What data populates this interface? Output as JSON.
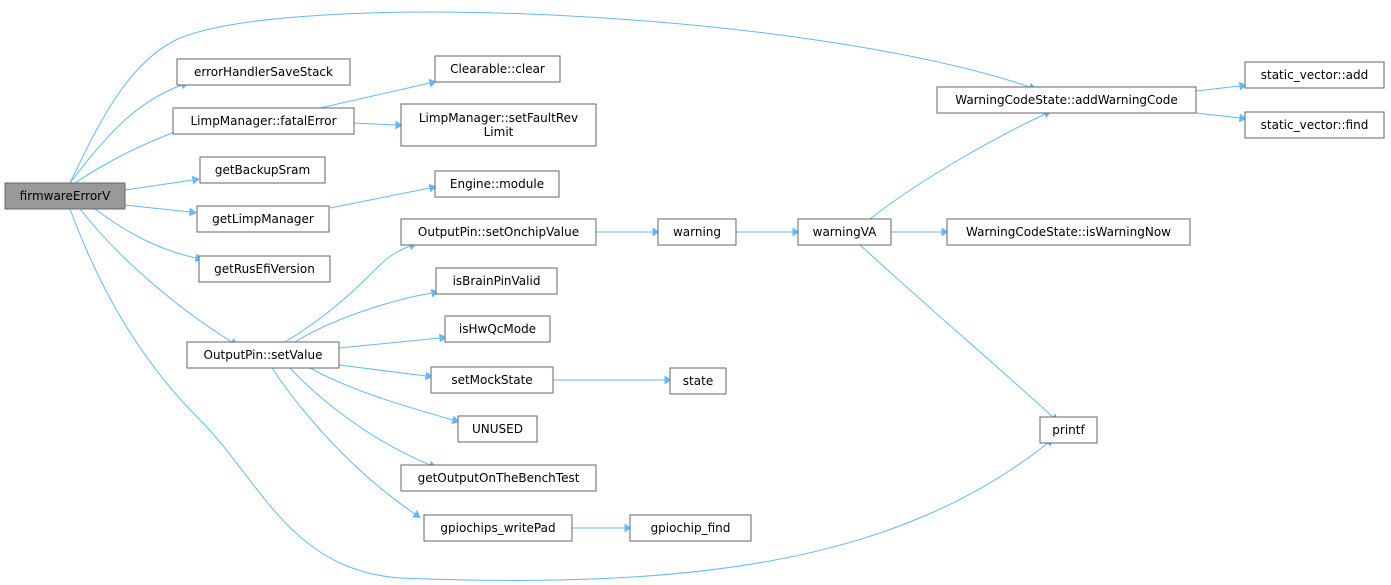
{
  "graph": {
    "nodes": [
      {
        "id": "n0",
        "label": "firmwareErrorV",
        "root": true
      },
      {
        "id": "n1",
        "label": "errorHandlerSaveStack"
      },
      {
        "id": "n2",
        "label": "LimpManager::fatalError"
      },
      {
        "id": "n3",
        "label": "getBackupSram"
      },
      {
        "id": "n4",
        "label": "getLimpManager"
      },
      {
        "id": "n5",
        "label": "getRusEfiVersion"
      },
      {
        "id": "n6",
        "label": "OutputPin::setValue"
      },
      {
        "id": "n7",
        "label": "Clearable::clear"
      },
      {
        "id": "n8",
        "label": [
          "LimpManager::setFaultRev",
          "Limit"
        ]
      },
      {
        "id": "n9",
        "label": "Engine::module"
      },
      {
        "id": "n10",
        "label": "OutputPin::setOnchipValue"
      },
      {
        "id": "n11",
        "label": "isBrainPinValid"
      },
      {
        "id": "n12",
        "label": "isHwQcMode"
      },
      {
        "id": "n13",
        "label": "setMockState"
      },
      {
        "id": "n14",
        "label": "UNUSED"
      },
      {
        "id": "n15",
        "label": "getOutputOnTheBenchTest"
      },
      {
        "id": "n16",
        "label": "gpiochips_writePad"
      },
      {
        "id": "n17",
        "label": "warning"
      },
      {
        "id": "n18",
        "label": "state"
      },
      {
        "id": "n19",
        "label": "gpiochip_find"
      },
      {
        "id": "n20",
        "label": "warningVA"
      },
      {
        "id": "n21",
        "label": "WarningCodeState::addWarningCode"
      },
      {
        "id": "n22",
        "label": "WarningCodeState::isWarningNow"
      },
      {
        "id": "n23",
        "label": "printf"
      },
      {
        "id": "n24",
        "label": "static_vector::add"
      },
      {
        "id": "n25",
        "label": "static_vector::find"
      }
    ],
    "edges": [
      [
        "n0",
        "n1"
      ],
      [
        "n0",
        "n2"
      ],
      [
        "n0",
        "n3"
      ],
      [
        "n0",
        "n4"
      ],
      [
        "n0",
        "n5"
      ],
      [
        "n0",
        "n6"
      ],
      [
        "n0",
        "n21"
      ],
      [
        "n0",
        "n23"
      ],
      [
        "n2",
        "n7"
      ],
      [
        "n2",
        "n8"
      ],
      [
        "n4",
        "n9"
      ],
      [
        "n6",
        "n10"
      ],
      [
        "n6",
        "n11"
      ],
      [
        "n6",
        "n12"
      ],
      [
        "n6",
        "n13"
      ],
      [
        "n6",
        "n14"
      ],
      [
        "n6",
        "n15"
      ],
      [
        "n6",
        "n16"
      ],
      [
        "n10",
        "n17"
      ],
      [
        "n17",
        "n20"
      ],
      [
        "n20",
        "n21"
      ],
      [
        "n20",
        "n22"
      ],
      [
        "n20",
        "n23"
      ],
      [
        "n21",
        "n24"
      ],
      [
        "n21",
        "n25"
      ],
      [
        "n13",
        "n18"
      ],
      [
        "n16",
        "n19"
      ]
    ],
    "colors": {
      "edge": "#63b8ff",
      "root_fill": "#999999",
      "node_border": "#666666"
    }
  }
}
